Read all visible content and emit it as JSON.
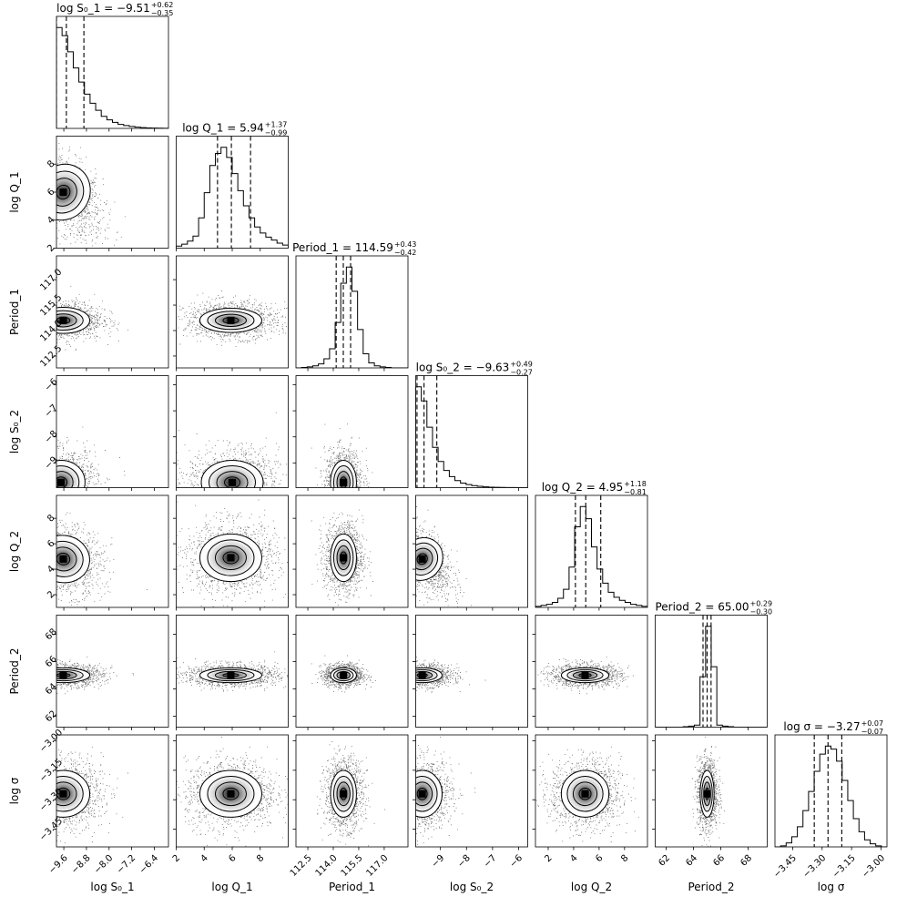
{
  "chart_data": {
    "type": "corner",
    "parameters": [
      {
        "axis_label": "log S₀_1",
        "title": {
          "main": "log S₀_1 = −9.51",
          "plus": "+0.62",
          "minus": "−0.35"
        },
        "median": -9.51,
        "err_plus": 0.62,
        "err_minus": 0.35,
        "range": [
          -9.86,
          -5.9
        ],
        "ticks": [
          -9.6,
          -8.8,
          -8.0,
          -7.2,
          -6.4
        ],
        "tick_labels": [
          "−9.6",
          "−8.8",
          "−8.0",
          "−7.2",
          "−6.4"
        ],
        "hist": [
          1.0,
          0.92,
          0.76,
          0.6,
          0.46,
          0.34,
          0.25,
          0.18,
          0.12,
          0.085,
          0.06,
          0.04,
          0.028,
          0.019,
          0.012,
          0.008,
          0.005,
          0.003,
          0.002,
          0.001
        ]
      },
      {
        "axis_label": "log Q_1",
        "title": {
          "main": "log Q_1 = 5.94",
          "plus": "+1.37",
          "minus": "−0.99"
        },
        "median": 5.94,
        "err_plus": 1.37,
        "err_minus": 0.99,
        "range": [
          2.0,
          10.0
        ],
        "ticks": [
          2,
          4,
          6,
          8
        ],
        "tick_labels": [
          "2",
          "4",
          "6",
          "8"
        ],
        "hist": [
          0.02,
          0.04,
          0.07,
          0.12,
          0.3,
          0.55,
          0.82,
          0.94,
          1.0,
          0.9,
          0.74,
          0.57,
          0.42,
          0.3,
          0.21,
          0.15,
          0.11,
          0.08,
          0.05,
          0.03
        ]
      },
      {
        "axis_label": "Period_1",
        "title": {
          "main": "Period_1 = 114.59",
          "plus": "+0.43",
          "minus": "−0.42"
        },
        "median": 114.59,
        "err_plus": 0.43,
        "err_minus": 0.42,
        "range": [
          111.8,
          118.4
        ],
        "ticks": [
          112.5,
          114.0,
          115.5,
          117.0
        ],
        "tick_labels": [
          "112.5",
          "114.0",
          "115.5",
          "117.0"
        ],
        "hist": [
          0.0,
          0.005,
          0.01,
          0.02,
          0.04,
          0.09,
          0.19,
          0.45,
          0.84,
          1.0,
          0.76,
          0.38,
          0.14,
          0.05,
          0.02,
          0.01,
          0.005,
          0.0,
          0.0,
          0.0
        ]
      },
      {
        "axis_label": "log S₀_2",
        "title": {
          "main": "log S₀_2 = −9.63",
          "plus": "+0.49",
          "minus": "−0.27"
        },
        "median": -9.63,
        "err_plus": 0.49,
        "err_minus": 0.27,
        "range": [
          -9.95,
          -5.65
        ],
        "ticks": [
          -9,
          -8,
          -7,
          -6
        ],
        "tick_labels": [
          "−9",
          "−8",
          "−7",
          "−6"
        ],
        "hist": [
          1.0,
          0.86,
          0.6,
          0.4,
          0.26,
          0.17,
          0.11,
          0.07,
          0.045,
          0.03,
          0.02,
          0.013,
          0.008,
          0.005,
          0.003,
          0.002,
          0.001,
          0.001,
          0.0,
          0.0
        ]
      },
      {
        "axis_label": "log Q_2",
        "title": {
          "main": "log Q_2 = 4.95",
          "plus": "+1.18",
          "minus": "−0.81"
        },
        "median": 4.95,
        "err_plus": 1.18,
        "err_minus": 0.81,
        "range": [
          1.0,
          9.8
        ],
        "ticks": [
          2,
          4,
          6,
          8
        ],
        "tick_labels": [
          "2",
          "4",
          "6",
          "8"
        ],
        "hist": [
          0.01,
          0.02,
          0.03,
          0.05,
          0.09,
          0.18,
          0.4,
          0.8,
          1.0,
          0.88,
          0.6,
          0.38,
          0.24,
          0.15,
          0.1,
          0.07,
          0.05,
          0.03,
          0.02,
          0.01
        ]
      },
      {
        "axis_label": "Period_2",
        "title": {
          "main": "Period_2 = 65.00",
          "plus": "+0.29",
          "minus": "−0.30"
        },
        "median": 65.0,
        "err_plus": 0.29,
        "err_minus": 0.3,
        "range": [
          61.2,
          69.4
        ],
        "ticks": [
          62,
          64,
          66,
          68
        ],
        "tick_labels": [
          "62",
          "64",
          "66",
          "68"
        ],
        "hist": [
          0.0,
          0.0,
          0.0,
          0.0,
          0.0,
          0.005,
          0.01,
          0.02,
          0.5,
          1.0,
          0.6,
          0.02,
          0.01,
          0.005,
          0.0,
          0.0,
          0.0,
          0.0,
          0.0,
          0.0
        ]
      },
      {
        "axis_label": "log σ",
        "title": {
          "main": "log σ = −3.27",
          "plus": "+0.07",
          "minus": "−0.07"
        },
        "median": -3.27,
        "err_plus": 0.07,
        "err_minus": 0.07,
        "range": [
          -3.54,
          -2.97
        ],
        "ticks": [
          -3.45,
          -3.3,
          -3.15,
          -3.0
        ],
        "tick_labels": [
          "−3.45",
          "−3.30",
          "−3.15",
          "−3.00"
        ],
        "hist": [
          0.0,
          0.01,
          0.04,
          0.1,
          0.2,
          0.36,
          0.55,
          0.75,
          0.92,
          1.0,
          0.97,
          0.85,
          0.66,
          0.46,
          0.28,
          0.15,
          0.07,
          0.03,
          0.01,
          0.0
        ]
      }
    ],
    "pairs": [
      {
        "row": 1,
        "col": 0,
        "center": [
          -9.62,
          6.0
        ],
        "spread": [
          0.55,
          1.3
        ],
        "corr": -0.55
      },
      {
        "row": 2,
        "col": 0,
        "center": [
          -9.62,
          114.6
        ],
        "spread": [
          0.55,
          0.45
        ],
        "corr": 0.0
      },
      {
        "row": 2,
        "col": 1,
        "center": [
          5.9,
          114.6
        ],
        "spread": [
          1.3,
          0.42
        ],
        "corr": 0.0
      },
      {
        "row": 3,
        "col": 0,
        "center": [
          -9.7,
          -9.75
        ],
        "spread": [
          0.5,
          0.5
        ],
        "corr": 0.1
      },
      {
        "row": 3,
        "col": 1,
        "center": [
          6.0,
          -9.75
        ],
        "spread": [
          1.3,
          0.5
        ],
        "corr": 0.0
      },
      {
        "row": 3,
        "col": 2,
        "center": [
          114.6,
          -9.75
        ],
        "spread": [
          0.45,
          0.5
        ],
        "corr": 0.0
      },
      {
        "row": 4,
        "col": 0,
        "center": [
          -9.62,
          4.8
        ],
        "spread": [
          0.55,
          1.1
        ],
        "corr": -0.2
      },
      {
        "row": 4,
        "col": 1,
        "center": [
          5.9,
          4.9
        ],
        "spread": [
          1.3,
          1.1
        ],
        "corr": 0.0
      },
      {
        "row": 4,
        "col": 2,
        "center": [
          114.6,
          4.9
        ],
        "spread": [
          0.45,
          1.1
        ],
        "corr": 0.0
      },
      {
        "row": 4,
        "col": 3,
        "center": [
          -9.7,
          4.8
        ],
        "spread": [
          0.45,
          1.1
        ],
        "corr": -0.55
      },
      {
        "row": 5,
        "col": 0,
        "center": [
          -9.62,
          65.0
        ],
        "spread": [
          0.55,
          0.32
        ],
        "corr": 0.0
      },
      {
        "row": 5,
        "col": 1,
        "center": [
          5.9,
          65.0
        ],
        "spread": [
          1.3,
          0.32
        ],
        "corr": 0.0
      },
      {
        "row": 5,
        "col": 2,
        "center": [
          114.6,
          65.0
        ],
        "spread": [
          0.45,
          0.32
        ],
        "corr": 0.0
      },
      {
        "row": 5,
        "col": 3,
        "center": [
          -9.7,
          65.0
        ],
        "spread": [
          0.45,
          0.32
        ],
        "corr": 0.0
      },
      {
        "row": 5,
        "col": 4,
        "center": [
          4.9,
          65.0
        ],
        "spread": [
          1.1,
          0.32
        ],
        "corr": 0.0
      },
      {
        "row": 6,
        "col": 0,
        "center": [
          -9.62,
          -3.27
        ],
        "spread": [
          0.55,
          0.07
        ],
        "corr": 0.0
      },
      {
        "row": 6,
        "col": 1,
        "center": [
          5.9,
          -3.27
        ],
        "spread": [
          1.3,
          0.07
        ],
        "corr": 0.0
      },
      {
        "row": 6,
        "col": 2,
        "center": [
          114.6,
          -3.27
        ],
        "spread": [
          0.45,
          0.07
        ],
        "corr": 0.0
      },
      {
        "row": 6,
        "col": 3,
        "center": [
          -9.7,
          -3.27
        ],
        "spread": [
          0.45,
          0.07
        ],
        "corr": 0.0
      },
      {
        "row": 6,
        "col": 4,
        "center": [
          4.9,
          -3.27
        ],
        "spread": [
          1.1,
          0.07
        ],
        "corr": 0.0
      },
      {
        "row": 6,
        "col": 5,
        "center": [
          65.0,
          -3.27
        ],
        "spread": [
          0.3,
          0.07
        ],
        "corr": 0.0
      }
    ],
    "contour_levels": [
      0.5,
      1.0,
      1.5,
      2.0
    ],
    "colors": {
      "ink": "#000000",
      "background": "#ffffff"
    }
  }
}
